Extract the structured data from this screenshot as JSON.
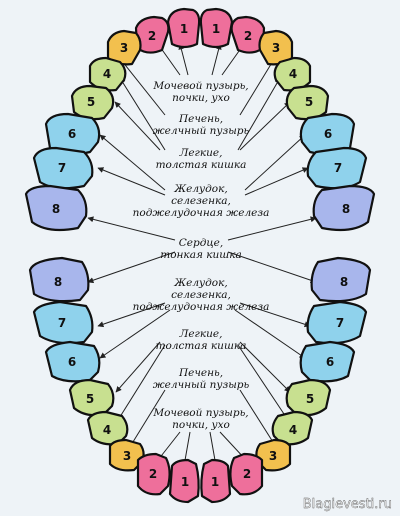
{
  "colors": {
    "tooth_1": "#ee6f9b",
    "tooth_2": "#ee6f9b",
    "tooth_3": "#f2c04e",
    "tooth_4": "#c8e090",
    "tooth_5": "#c8e090",
    "tooth_6": "#8fd2ec",
    "tooth_7": "#8fd2ec",
    "tooth_8": "#a8b6ec",
    "outline": "#111111",
    "background": "#eef3f7"
  },
  "tooth_numbers": {
    "t1": "1",
    "t2": "2",
    "t3": "3",
    "t4": "4",
    "t5": "5",
    "t6": "6",
    "t7": "7",
    "t8": "8"
  },
  "labels": {
    "upper": {
      "bladder_line1": "Мочевой пузырь,",
      "bladder_line2": "почки, ухо",
      "liver_line1": "Печень,",
      "liver_line2": "желчный пузырь",
      "lungs_line1": "Легкие,",
      "lungs_line2": "толстая кишка",
      "stomach_line1": "Желудок,",
      "stomach_line2": "селезенка,",
      "stomach_line3": "поджелудочная железа"
    },
    "center": {
      "heart_line1": "Сердце,",
      "heart_line2": "тонкая кишка"
    },
    "lower": {
      "stomach_line1": "Желудок,",
      "stomach_line2": "селезенка,",
      "stomach_line3": "поджелудочная железа",
      "lungs_line1": "Легкие,",
      "lungs_line2": "толстая кишка",
      "liver_line1": "Печень,",
      "liver_line2": "желчный пузырь",
      "bladder_line1": "Мочевой пузырь,",
      "bladder_line2": "почки, ухо"
    }
  },
  "watermark": "Blagievesti.ru"
}
